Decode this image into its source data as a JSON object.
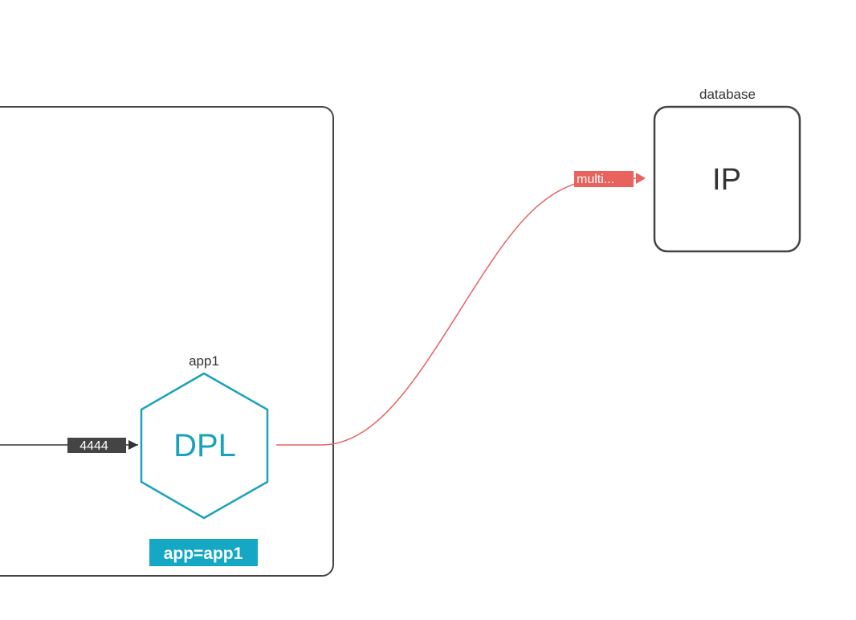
{
  "diagram": {
    "group": {
      "label": "app=app1"
    },
    "nodes": {
      "app1": {
        "name": "app1",
        "type_label": "DPL"
      },
      "database": {
        "name": "database",
        "type_label": "IP"
      }
    },
    "edges": {
      "incoming": {
        "label": "4444"
      },
      "outgoing": {
        "label": "multi..."
      }
    },
    "colors": {
      "deployment": "#1aa2bd",
      "edge_outgoing": "#e8625e",
      "edge_incoming": "#333333",
      "box_stroke": "#444444",
      "label_badge": "#444444",
      "group_badge": "#14a8c4"
    }
  }
}
